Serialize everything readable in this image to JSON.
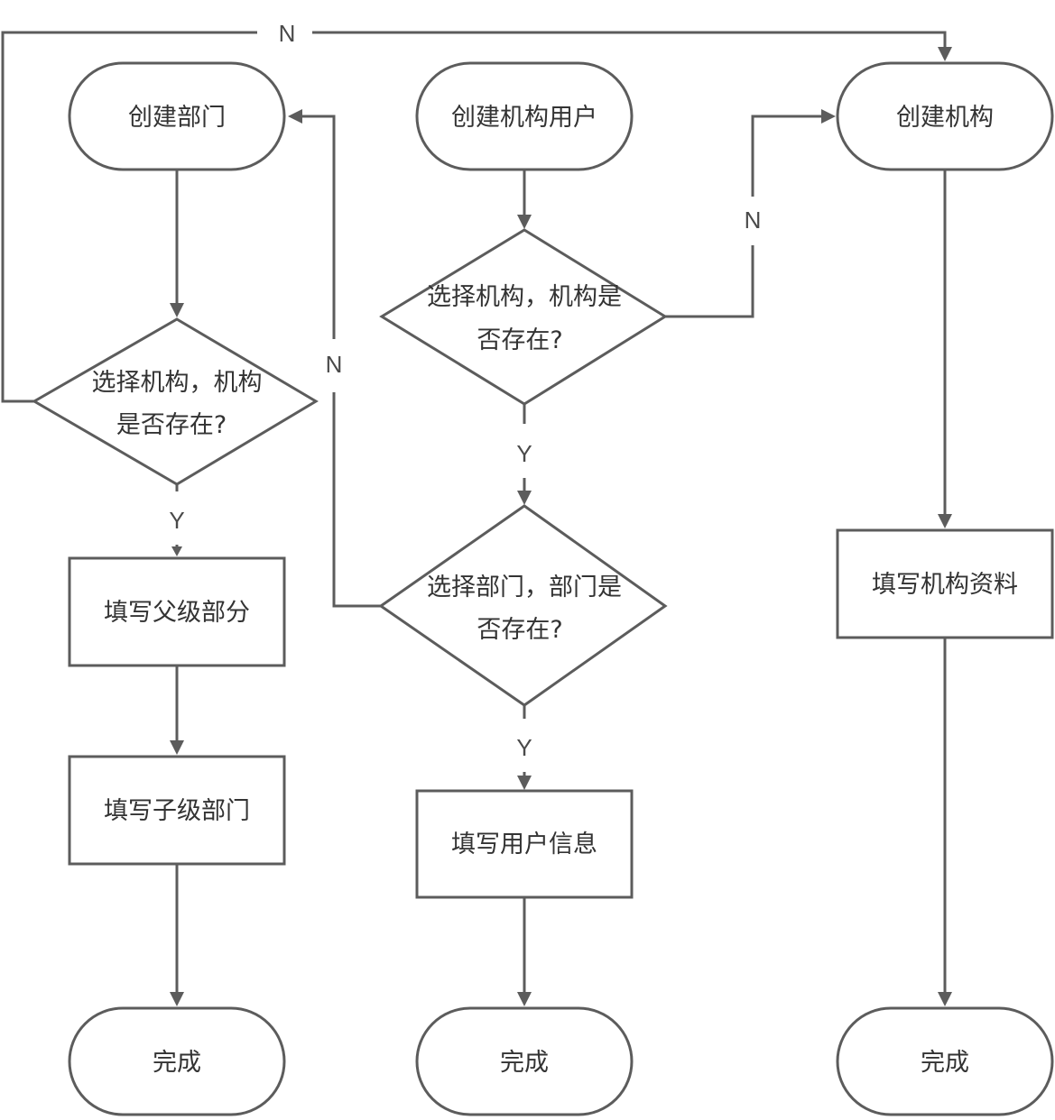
{
  "diagram": {
    "colors": {
      "stroke": "#5c5c5c",
      "text": "#333333",
      "background": "#ffffff"
    },
    "nodes": {
      "create_dept": "创建部门",
      "create_org_user": "创建机构用户",
      "create_org": "创建机构",
      "dept_select_org_line1": "选择机构，机构",
      "dept_select_org_line2": "是否存在?",
      "user_select_org_line1": "选择机构，机构是",
      "user_select_org_line2": "否存在?",
      "user_select_dept_line1": "选择部门，部门是",
      "user_select_dept_line2": "否存在?",
      "fill_parent_dept": "填写父级部分",
      "fill_child_dept": "填写子级部门",
      "fill_user_info": "填写用户信息",
      "fill_org_info": "填写机构资料",
      "done_left": "完成",
      "done_middle": "完成",
      "done_right": "完成"
    },
    "edge_labels": {
      "left_no_top": "N",
      "left_yes": "Y",
      "dept_no": "N",
      "org_no": "N",
      "mid_yes_1": "Y",
      "mid_yes_2": "Y"
    }
  }
}
